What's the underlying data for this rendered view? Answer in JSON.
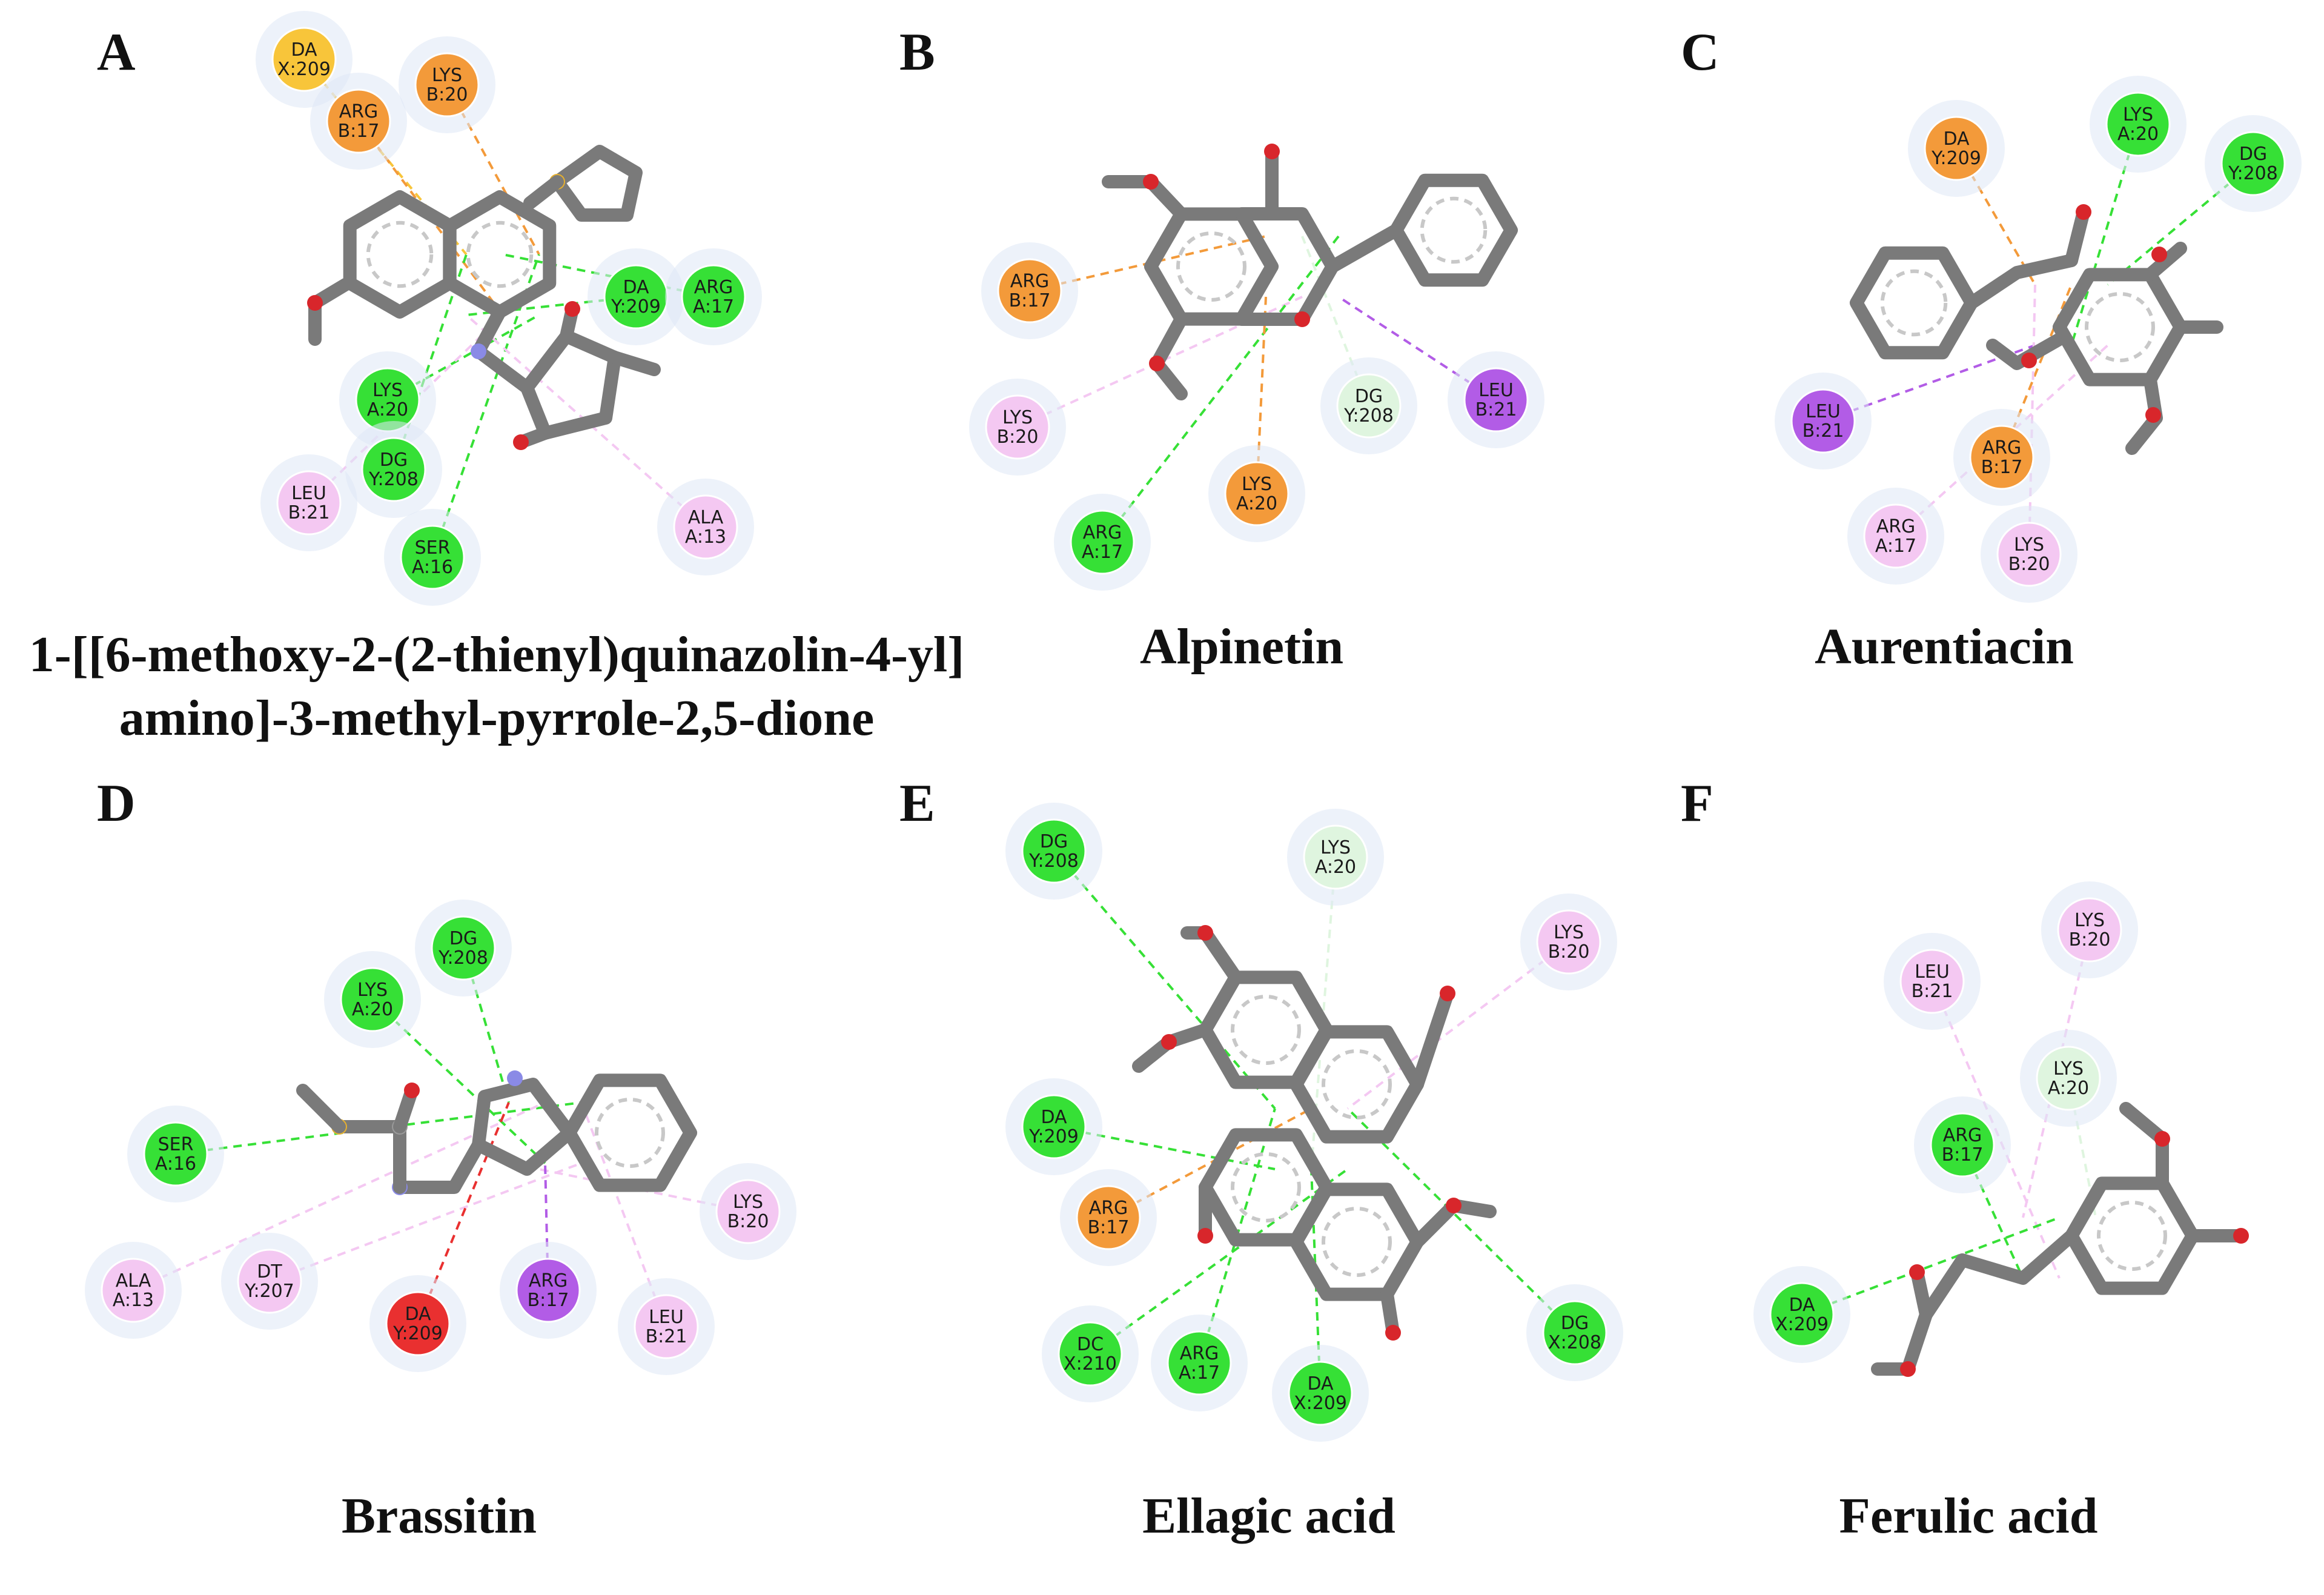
{
  "colors": {
    "bond": "#7a7a7a",
    "oxygen": "#d8262b",
    "nitrogen": "#8a8ae6",
    "sulfur": "#e6b030",
    "hydrogen": "#f2f2f2",
    "hbond_green": "#36e036",
    "light_green": "#dff5df",
    "orange": "#f39a3a",
    "pink": "#f4c8f2",
    "purple": "#b25ce6",
    "yellow": "#f8c53a",
    "red": "#e93030"
  },
  "panels": [
    {
      "id": "A",
      "letter": "A",
      "caption_lines": [
        "1-[[6-methoxy-2-(2-thienyl)quinazolin-4-yl]",
        "amino]-3-methyl-pyrrole-2,5-dione"
      ],
      "residues": [
        {
          "lines": [
            "DA",
            "X:209"
          ],
          "color": "yellow"
        },
        {
          "lines": [
            "ARG",
            "B:17"
          ],
          "color": "orange"
        },
        {
          "lines": [
            "LYS",
            "B:20"
          ],
          "color": "orange"
        },
        {
          "lines": [
            "DA",
            "Y:209"
          ],
          "color": "hbond_green"
        },
        {
          "lines": [
            "ARG",
            "A:17"
          ],
          "color": "hbond_green"
        },
        {
          "lines": [
            "LYS",
            "A:20"
          ],
          "color": "hbond_green"
        },
        {
          "lines": [
            "DG",
            "Y:208"
          ],
          "color": "hbond_green"
        },
        {
          "lines": [
            "LEU",
            "B:21"
          ],
          "color": "pink"
        },
        {
          "lines": [
            "SER",
            "A:16"
          ],
          "color": "hbond_green"
        },
        {
          "lines": [
            "ALA",
            "A:13"
          ],
          "color": "pink"
        }
      ]
    },
    {
      "id": "B",
      "letter": "B",
      "caption_lines": [
        "Alpinetin"
      ],
      "residues": [
        {
          "lines": [
            "ARG",
            "B:17"
          ],
          "color": "orange"
        },
        {
          "lines": [
            "LYS",
            "B:20"
          ],
          "color": "pink"
        },
        {
          "lines": [
            "ARG",
            "A:17"
          ],
          "color": "hbond_green"
        },
        {
          "lines": [
            "LYS",
            "A:20"
          ],
          "color": "orange"
        },
        {
          "lines": [
            "DG",
            "Y:208"
          ],
          "color": "light_green"
        },
        {
          "lines": [
            "LEU",
            "B:21"
          ],
          "color": "purple"
        }
      ]
    },
    {
      "id": "C",
      "letter": "C",
      "caption_lines": [
        "Aurentiacin"
      ],
      "residues": [
        {
          "lines": [
            "DA",
            "Y:209"
          ],
          "color": "orange"
        },
        {
          "lines": [
            "LYS",
            "A:20"
          ],
          "color": "hbond_green"
        },
        {
          "lines": [
            "DG",
            "Y:208"
          ],
          "color": "hbond_green"
        },
        {
          "lines": [
            "LEU",
            "B:21"
          ],
          "color": "purple"
        },
        {
          "lines": [
            "ARG",
            "B:17"
          ],
          "color": "orange"
        },
        {
          "lines": [
            "ARG",
            "A:17"
          ],
          "color": "pink"
        },
        {
          "lines": [
            "LYS",
            "B:20"
          ],
          "color": "pink"
        }
      ]
    },
    {
      "id": "D",
      "letter": "D",
      "caption_lines": [
        "Brassitin"
      ],
      "residues": [
        {
          "lines": [
            "DG",
            "Y:208"
          ],
          "color": "hbond_green"
        },
        {
          "lines": [
            "LYS",
            "A:20"
          ],
          "color": "hbond_green"
        },
        {
          "lines": [
            "SER",
            "A:16"
          ],
          "color": "hbond_green"
        },
        {
          "lines": [
            "LYS",
            "B:20"
          ],
          "color": "pink"
        },
        {
          "lines": [
            "ALA",
            "A:13"
          ],
          "color": "pink"
        },
        {
          "lines": [
            "DT",
            "Y:207"
          ],
          "color": "pink"
        },
        {
          "lines": [
            "DA",
            "Y:209"
          ],
          "color": "red"
        },
        {
          "lines": [
            "ARG",
            "B:17"
          ],
          "color": "purple"
        },
        {
          "lines": [
            "LEU",
            "B:21"
          ],
          "color": "pink"
        }
      ]
    },
    {
      "id": "E",
      "letter": "E",
      "caption_lines": [
        "Ellagic acid"
      ],
      "residues": [
        {
          "lines": [
            "DG",
            "Y:208"
          ],
          "color": "hbond_green"
        },
        {
          "lines": [
            "LYS",
            "A:20"
          ],
          "color": "light_green"
        },
        {
          "lines": [
            "LYS",
            "B:20"
          ],
          "color": "pink"
        },
        {
          "lines": [
            "DA",
            "Y:209"
          ],
          "color": "hbond_green"
        },
        {
          "lines": [
            "ARG",
            "B:17"
          ],
          "color": "orange"
        },
        {
          "lines": [
            "DC",
            "X:210"
          ],
          "color": "hbond_green"
        },
        {
          "lines": [
            "ARG",
            "A:17"
          ],
          "color": "hbond_green"
        },
        {
          "lines": [
            "DA",
            "X:209"
          ],
          "color": "hbond_green"
        },
        {
          "lines": [
            "DG",
            "X:208"
          ],
          "color": "hbond_green"
        }
      ]
    },
    {
      "id": "F",
      "letter": "F",
      "caption_lines": [
        "Ferulic acid"
      ],
      "residues": [
        {
          "lines": [
            "LYS",
            "B:20"
          ],
          "color": "pink"
        },
        {
          "lines": [
            "LEU",
            "B:21"
          ],
          "color": "pink"
        },
        {
          "lines": [
            "LYS",
            "A:20"
          ],
          "color": "light_green"
        },
        {
          "lines": [
            "ARG",
            "B:17"
          ],
          "color": "hbond_green"
        },
        {
          "lines": [
            "DA",
            "X:209"
          ],
          "color": "hbond_green"
        }
      ]
    }
  ]
}
